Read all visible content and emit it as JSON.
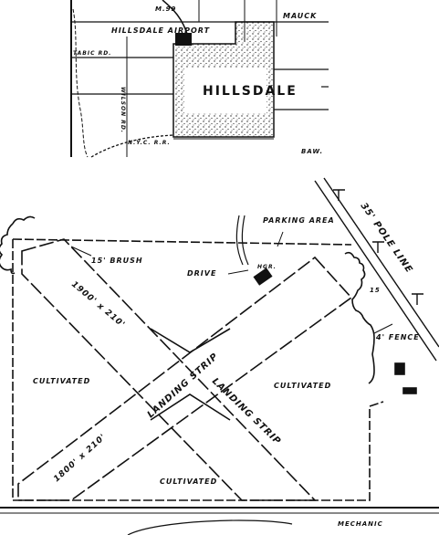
{
  "locator_map": {
    "airport_label": "HILLSDALE AIRPORT",
    "town_label": "HILLSDALE",
    "road_labels": {
      "m99": "M.99",
      "mauck": "MAUCK",
      "tabic": "TABIC RD.",
      "wilson": "WILSON RD.",
      "nyc_rr": "N.Y.C. R.R.",
      "baw": "BAW."
    }
  },
  "airfield_diagram": {
    "labels": {
      "parking_area": "PARKING AREA",
      "brush": "15' BRUSH",
      "pole_line": "35' POLE LINE",
      "drive": "DRIVE",
      "hangar": "HGR.",
      "fence": "4' FENCE",
      "fence_height": "15",
      "strip_1900": "1900' x 210'",
      "strip_1800": "1800' x 210'",
      "landing_strip_1": "LANDING STRIP",
      "landing_strip_2": "LANDING STRIP",
      "cultivated_west": "CULTIVATED",
      "cultivated_east": "CULTIVATED",
      "cultivated_south": "CULTIVATED",
      "mechanic": "MECHANIC"
    }
  }
}
